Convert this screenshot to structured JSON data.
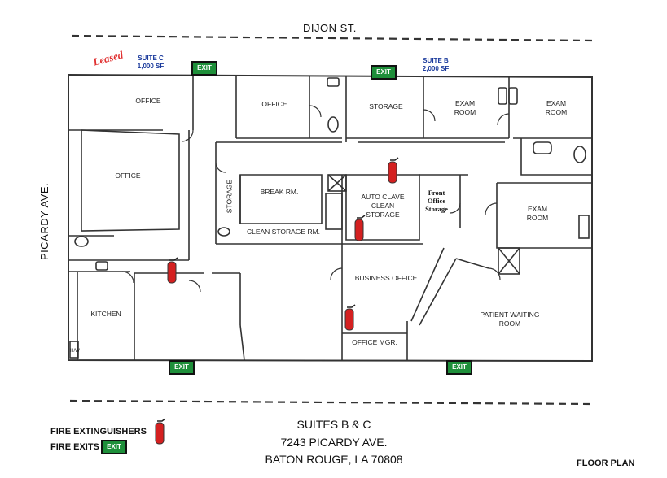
{
  "streets": {
    "north": "DIJON ST.",
    "west": "PICARDY AVE."
  },
  "leased_stamp": "Leased",
  "suites": [
    {
      "name": "SUITE C",
      "area": "1,000 SF"
    },
    {
      "name": "SUITE B",
      "area": "2,000 SF"
    }
  ],
  "rooms": {
    "office_nw": "OFFICE",
    "office_w": "OFFICE",
    "office_n": "OFFICE",
    "storage_n": "STORAGE",
    "exam_1": "EXAM ROOM",
    "exam_2": "EXAM ROOM",
    "exam_3": "EXAM ROOM",
    "storage_v": "STORAGE",
    "break": "BREAK RM.",
    "auto_clave": "AUTO CLAVE CLEAN STORAGE",
    "front_office": "Front Office Storage",
    "clean_storage": "CLEAN STORAGE RM.",
    "kitchen": "KITCHEN",
    "business": "BUSINESS OFFICE",
    "waiting": "PATIENT WAITING ROOM",
    "office_mgr": "OFFICE MGR.",
    "hw": "H/W"
  },
  "exit_sign": "EXIT",
  "footer": {
    "line1": "SUITES B & C",
    "line2": "7243 PICARDY AVE.",
    "line3": "BATON ROUGE, LA 70808"
  },
  "legend": {
    "extinguishers": "FIRE EXTINGUISHERS",
    "exits": "FIRE EXITS"
  },
  "plan_label": "FLOOR PLAN",
  "colors": {
    "exit_sign": "#1e8f3a",
    "extinguisher": "#d42020",
    "suite_text": "#1a3a9c",
    "leased": "#e03030"
  }
}
